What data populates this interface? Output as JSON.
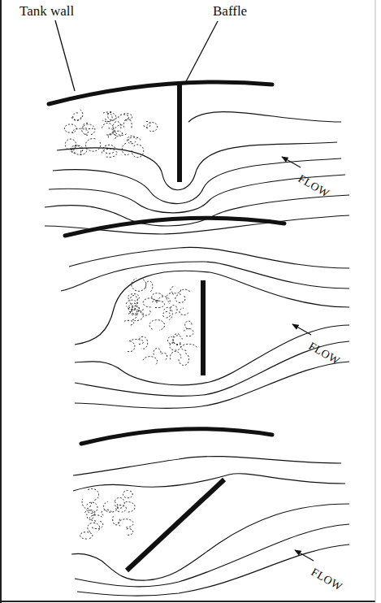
{
  "diagram": {
    "labels": [
      "Tank wall",
      "Baffle",
      "FLOW",
      "FLOW",
      "FLOW"
    ]
  }
}
